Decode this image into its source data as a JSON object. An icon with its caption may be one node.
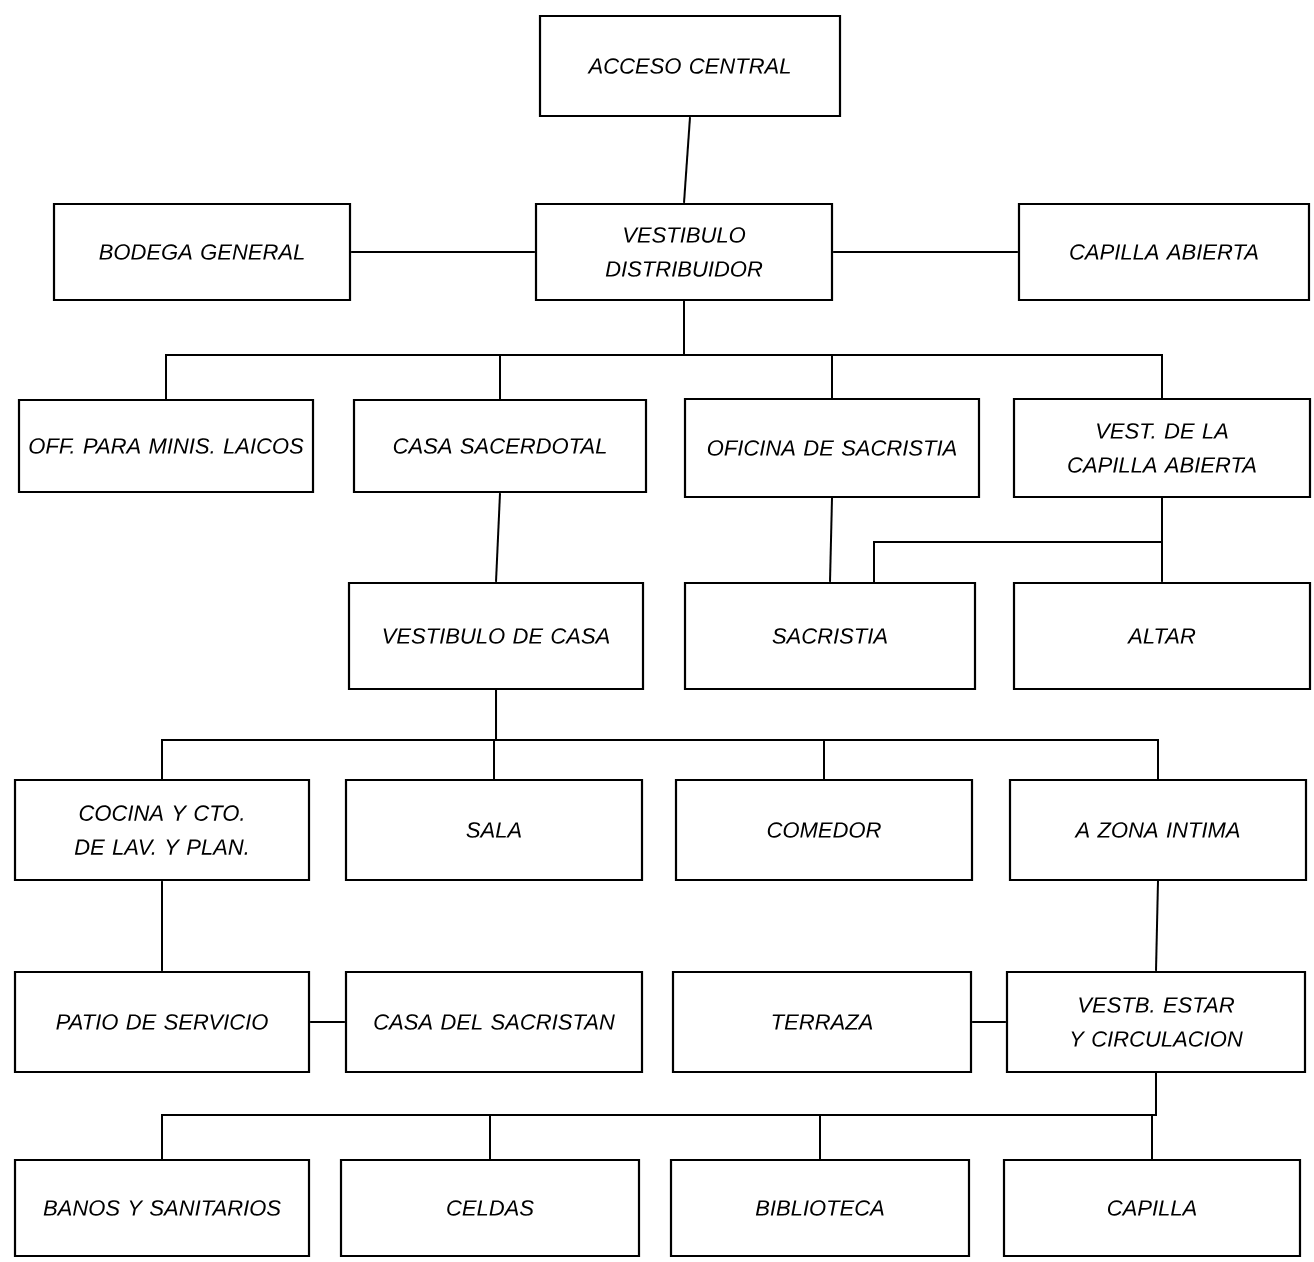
{
  "diagram": {
    "nodes": [
      {
        "text": [
          "ACCESO CENTRAL"
        ]
      },
      {
        "text": [
          "BODEGA GENERAL"
        ]
      },
      {
        "text": [
          "VESTIBULO DISTRIBUIDOR"
        ]
      },
      {
        "text": [
          "CAPILLA ABIERTA"
        ]
      },
      {
        "text": [
          "OFF. PARA MINIS. LAICOS"
        ]
      },
      {
        "text": [
          "CASA SACERDOTAL"
        ]
      },
      {
        "text": [
          "OFICINA DE SACRISTIA"
        ]
      },
      {
        "text": [
          "VEST. DE LA CAPILLA ABIERTA"
        ]
      },
      {
        "text": [
          "VESTIBULO DE CASA"
        ]
      },
      {
        "text": [
          "SACRISTIA"
        ]
      },
      {
        "text": [
          "ALTAR"
        ]
      },
      {
        "text": [
          "COCINA Y CTO. DE LAV. Y PLAN."
        ]
      },
      {
        "text": [
          "SALA"
        ]
      },
      {
        "text": [
          "COMEDOR"
        ]
      },
      {
        "text": [
          "A ZONA INTIMA"
        ]
      },
      {
        "text": [
          "PATIO DE SERVICIO"
        ]
      },
      {
        "text": [
          "CASA DEL SACRISTAN"
        ]
      },
      {
        "text": [
          "TERRAZA"
        ]
      },
      {
        "text": [
          "VESTB. ESTAR Y CIRCULACION"
        ]
      },
      {
        "text": [
          "BANOS Y SANITARIOS"
        ]
      },
      {
        "text": [
          "CELDAS"
        ]
      },
      {
        "text": [
          "BIBLIOTECA"
        ]
      },
      {
        "text": [
          "CAPILLA"
        ]
      }
    ],
    "edges": [
      {
        "from": 0,
        "to": 2,
        "arrow": "none"
      },
      {
        "from": 2,
        "to": 1,
        "arrow": "none"
      },
      {
        "from": 2,
        "to": 3,
        "arrow": "none"
      },
      {
        "from": 2,
        "to": 4,
        "arrow": "none"
      },
      {
        "from": 2,
        "to": 5,
        "arrow": "none"
      },
      {
        "from": 2,
        "to": 6,
        "arrow": "none"
      },
      {
        "from": 2,
        "to": 7,
        "arrow": "none"
      },
      {
        "from": 5,
        "to": 8,
        "arrow": "none"
      },
      {
        "from": 6,
        "to": 9,
        "arrow": "none"
      },
      {
        "from": 7,
        "to": 9,
        "arrow": "none"
      },
      {
        "from": 7,
        "to": 10,
        "arrow": "none"
      },
      {
        "from": 8,
        "to": 11,
        "arrow": "none"
      },
      {
        "from": 8,
        "to": 12,
        "arrow": "none"
      },
      {
        "from": 8,
        "to": 13,
        "arrow": "none"
      },
      {
        "from": 8,
        "to": 14,
        "arrow": "none"
      },
      {
        "from": 11,
        "to": 15,
        "arrow": "none"
      },
      {
        "from": 15,
        "to": 16,
        "arrow": "none"
      },
      {
        "from": 17,
        "to": 18,
        "arrow": "none"
      },
      {
        "from": 14,
        "to": 18,
        "arrow": "none"
      },
      {
        "from": 18,
        "to": 19,
        "arrow": "none"
      },
      {
        "from": 18,
        "to": 20,
        "arrow": "none"
      },
      {
        "from": 18,
        "to": 21,
        "arrow": "none"
      },
      {
        "from": 18,
        "to": 22,
        "arrow": "none"
      }
    ]
  }
}
